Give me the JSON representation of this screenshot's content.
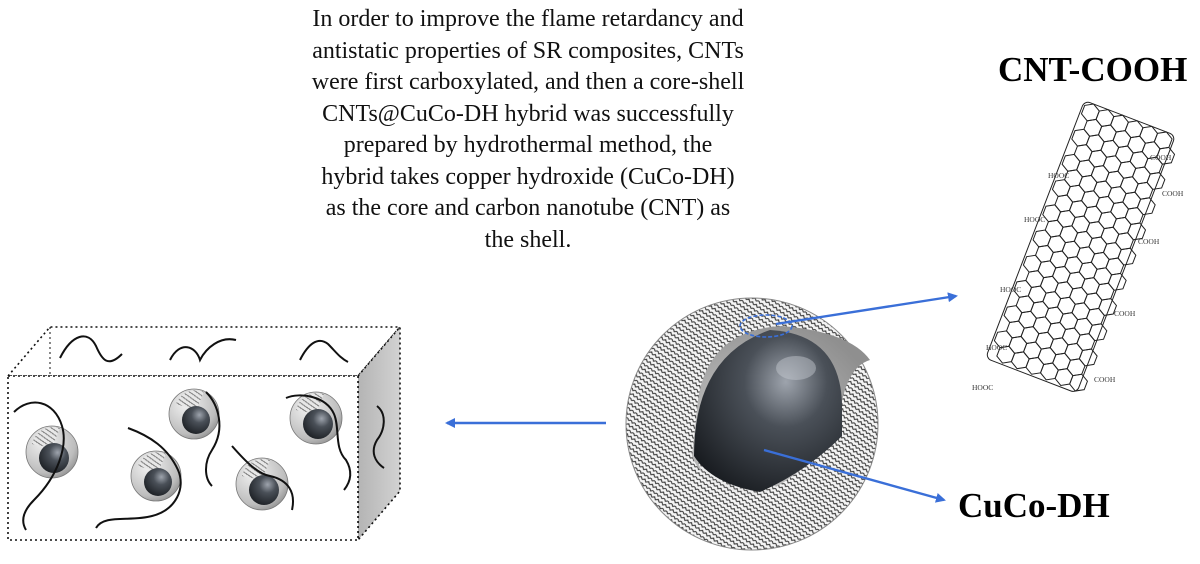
{
  "description_lines": [
    "In order to improve the flame retardancy and",
    "antistatic properties of SR composites, CNTs",
    "were first carboxylated, and then a core-shell",
    "CNTs@CuCo-DH hybrid was successfully",
    "prepared by hydrothermal method, the",
    "hybrid takes copper hydroxide (CuCo-DH)",
    "as the core and carbon nanotube (CNT) as",
    "the shell."
  ],
  "labels": {
    "cnt_cooh": "CNT-COOH",
    "cuco_dh": "CuCo-DH"
  },
  "tube_group_labels": [
    "HOOC",
    "COOH"
  ],
  "colors": {
    "arrow": "#3a6fd8",
    "core": "#2a2e34",
    "shell": "#d9d9d9",
    "box_side": "#bdbdbd"
  }
}
